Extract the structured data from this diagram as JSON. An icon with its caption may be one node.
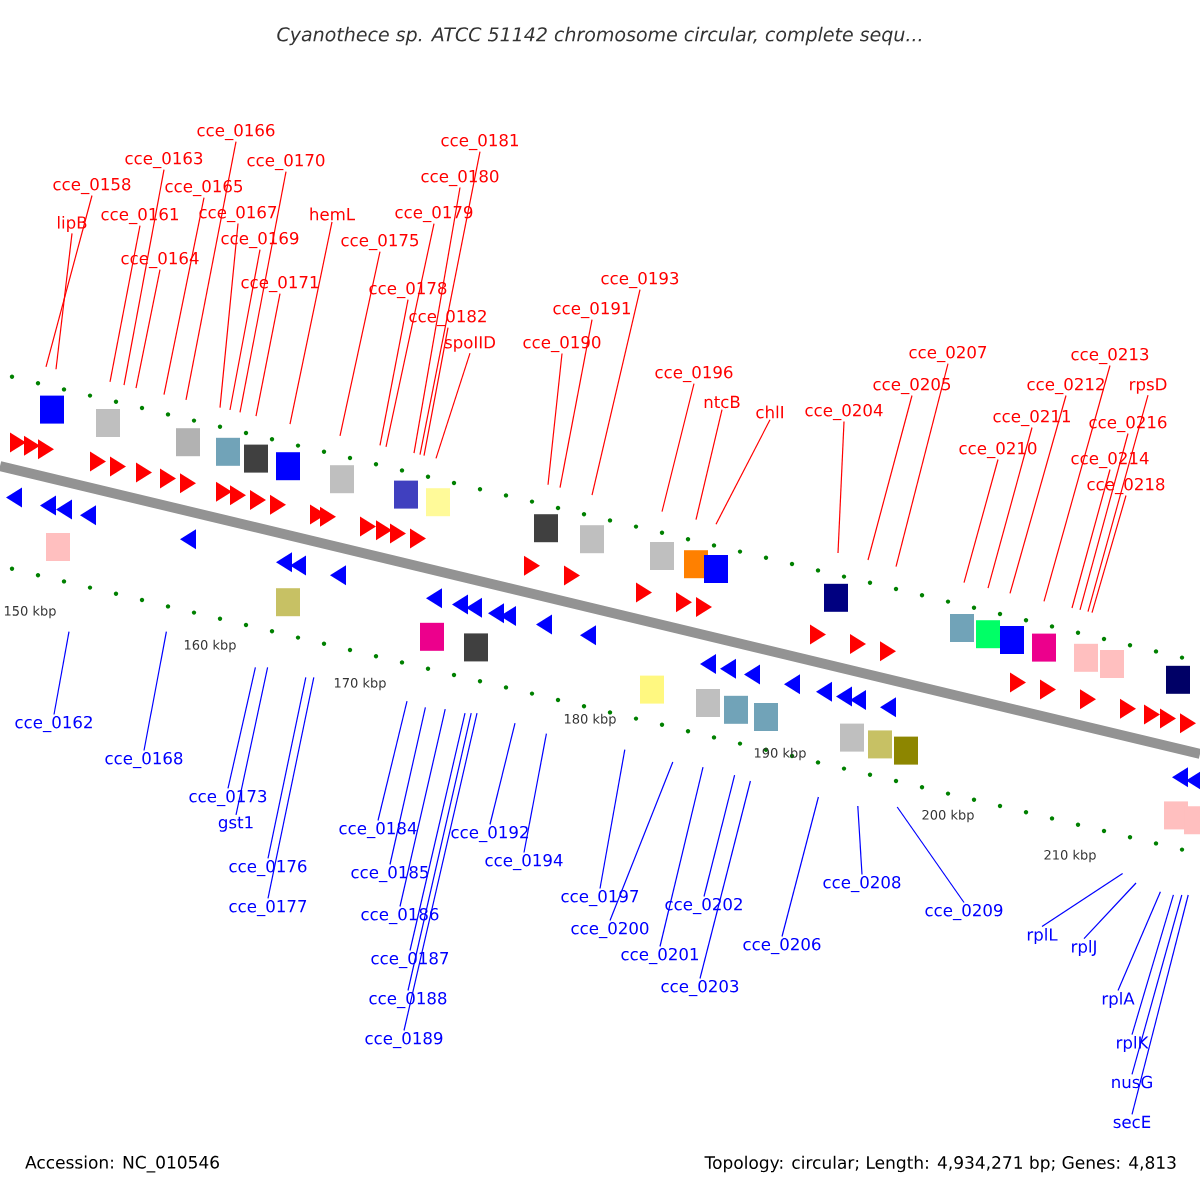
{
  "diagram": {
    "title": "Cyanothece sp. ATCC 51142 chromosome circular, complete sequ...",
    "nodes": [
      {
        "text": [
          "cce_0166"
        ]
      },
      {
        "text": [
          "cce_0163"
        ]
      },
      {
        "text": [
          "cce_0170"
        ]
      },
      {
        "text": [
          "cce_0158"
        ]
      },
      {
        "text": [
          "cce_0165"
        ]
      },
      {
        "text": [
          "lipB"
        ]
      },
      {
        "text": [
          "cce_0161"
        ]
      },
      {
        "text": [
          "cce_0167"
        ]
      },
      {
        "text": [
          "hemL"
        ]
      },
      {
        "text": [
          "cce_0169"
        ]
      },
      {
        "text": [
          "cce_0175"
        ]
      },
      {
        "text": [
          "cce_0164"
        ]
      },
      {
        "text": [
          "cce_0171"
        ]
      },
      {
        "text": [
          "cce_0181"
        ]
      },
      {
        "text": [
          "cce_0180"
        ]
      },
      {
        "text": [
          "cce_0179"
        ]
      },
      {
        "text": [
          "cce_0178"
        ]
      },
      {
        "text": [
          "cce_0182"
        ]
      },
      {
        "text": [
          "spoIID"
        ]
      },
      {
        "text": [
          "cce_0193"
        ]
      },
      {
        "text": [
          "cce_0191"
        ]
      },
      {
        "text": [
          "cce_0190"
        ]
      },
      {
        "text": [
          "cce_0207"
        ]
      },
      {
        "text": [
          "cce_0213"
        ]
      },
      {
        "text": [
          "cce_0196"
        ]
      },
      {
        "text": [
          "cce_0205"
        ]
      },
      {
        "text": [
          "cce_0212"
        ]
      },
      {
        "text": [
          "rpsD"
        ]
      },
      {
        "text": [
          "ntcB"
        ]
      },
      {
        "text": [
          "chlI"
        ]
      },
      {
        "text": [
          "cce_0204"
        ]
      },
      {
        "text": [
          "cce_0211"
        ]
      },
      {
        "text": [
          "cce_0216"
        ]
      },
      {
        "text": [
          "cce_0210"
        ]
      },
      {
        "text": [
          "cce_0214"
        ]
      },
      {
        "text": [
          "cce_0218"
        ]
      },
      {
        "text": [
          "cce_0162"
        ]
      },
      {
        "text": [
          "cce_0168"
        ]
      },
      {
        "text": [
          "cce_0173"
        ]
      },
      {
        "text": [
          "gst1"
        ]
      },
      {
        "text": [
          "cce_0184"
        ]
      },
      {
        "text": [
          "cce_0192"
        ]
      },
      {
        "text": [
          "cce_0194"
        ]
      },
      {
        "text": [
          "cce_0176"
        ]
      },
      {
        "text": [
          "cce_0185"
        ]
      },
      {
        "text": [
          "cce_0208"
        ]
      },
      {
        "text": [
          "cce_0197"
        ]
      },
      {
        "text": [
          "cce_0202"
        ]
      },
      {
        "text": [
          "cce_0177"
        ]
      },
      {
        "text": [
          "cce_0209"
        ]
      },
      {
        "text": [
          "cce_0186"
        ]
      },
      {
        "text": [
          "cce_0200"
        ]
      },
      {
        "text": [
          "rplL"
        ]
      },
      {
        "text": [
          "rplJ"
        ]
      },
      {
        "text": [
          "cce_0206"
        ]
      },
      {
        "text": [
          "cce_0201"
        ]
      },
      {
        "text": [
          "cce_0187"
        ]
      },
      {
        "text": [
          "cce_0203"
        ]
      },
      {
        "text": [
          "rplA"
        ]
      },
      {
        "text": [
          "cce_0188"
        ]
      },
      {
        "text": [
          "rplK"
        ]
      },
      {
        "text": [
          "cce_0189"
        ]
      },
      {
        "text": [
          "nusG"
        ]
      },
      {
        "text": [
          "secE"
        ]
      }
    ],
    "edges": [
      {
        "from": 0,
        "to": null,
        "arrow": "none"
      },
      {
        "from": 1,
        "to": null,
        "arrow": "none"
      },
      {
        "from": 2,
        "to": null,
        "arrow": "none"
      },
      {
        "from": 3,
        "to": null,
        "arrow": "none"
      },
      {
        "from": 4,
        "to": null,
        "arrow": "none"
      },
      {
        "from": 5,
        "to": null,
        "arrow": "none"
      },
      {
        "from": 6,
        "to": null,
        "arrow": "none"
      },
      {
        "from": 7,
        "to": null,
        "arrow": "none"
      },
      {
        "from": 8,
        "to": null,
        "arrow": "none"
      },
      {
        "from": 9,
        "to": null,
        "arrow": "none"
      },
      {
        "from": 10,
        "to": null,
        "arrow": "none"
      },
      {
        "from": 11,
        "to": null,
        "arrow": "none"
      },
      {
        "from": 12,
        "to": null,
        "arrow": "none"
      },
      {
        "from": 13,
        "to": null,
        "arrow": "none"
      },
      {
        "from": 14,
        "to": null,
        "arrow": "none"
      },
      {
        "from": 15,
        "to": null,
        "arrow": "none"
      },
      {
        "from": 16,
        "to": null,
        "arrow": "none"
      },
      {
        "from": 17,
        "to": null,
        "arrow": "none"
      },
      {
        "from": 18,
        "to": null,
        "arrow": "none"
      },
      {
        "from": 19,
        "to": null,
        "arrow": "none"
      },
      {
        "from": 20,
        "to": null,
        "arrow": "none"
      },
      {
        "from": 21,
        "to": null,
        "arrow": "none"
      },
      {
        "from": 22,
        "to": null,
        "arrow": "none"
      },
      {
        "from": 23,
        "to": null,
        "arrow": "none"
      },
      {
        "from": 24,
        "to": null,
        "arrow": "none"
      },
      {
        "from": 25,
        "to": null,
        "arrow": "none"
      },
      {
        "from": 26,
        "to": null,
        "arrow": "none"
      },
      {
        "from": 27,
        "to": null,
        "arrow": "none"
      },
      {
        "from": 28,
        "to": null,
        "arrow": "none"
      },
      {
        "from": 29,
        "to": null,
        "arrow": "none"
      },
      {
        "from": 30,
        "to": null,
        "arrow": "none"
      },
      {
        "from": 31,
        "to": null,
        "arrow": "none"
      },
      {
        "from": 32,
        "to": null,
        "arrow": "none"
      },
      {
        "from": 33,
        "to": null,
        "arrow": "none"
      },
      {
        "from": 34,
        "to": null,
        "arrow": "none"
      },
      {
        "from": 35,
        "to": null,
        "arrow": "none"
      },
      {
        "from": 36,
        "to": null,
        "arrow": "none",
        "color": "#0000ff"
      },
      {
        "from": 37,
        "to": null,
        "arrow": "none",
        "color": "#0000ff"
      },
      {
        "from": 38,
        "to": null,
        "arrow": "none",
        "color": "#0000ff"
      },
      {
        "from": 39,
        "to": null,
        "arrow": "none",
        "color": "#0000ff"
      },
      {
        "from": 40,
        "to": null,
        "arrow": "none",
        "color": "#0000ff"
      },
      {
        "from": 41,
        "to": null,
        "arrow": "none",
        "color": "#0000ff"
      },
      {
        "from": 42,
        "to": null,
        "arrow": "none",
        "color": "#0000ff"
      },
      {
        "from": 43,
        "to": null,
        "arrow": "none",
        "color": "#0000ff"
      },
      {
        "from": 44,
        "to": null,
        "arrow": "none",
        "color": "#0000ff"
      },
      {
        "from": 45,
        "to": null,
        "arrow": "none",
        "color": "#0000ff"
      },
      {
        "from": 46,
        "to": null,
        "arrow": "none",
        "color": "#0000ff"
      },
      {
        "from": 47,
        "to": null,
        "arrow": "none",
        "color": "#0000ff"
      },
      {
        "from": 48,
        "to": null,
        "arrow": "none",
        "color": "#0000ff"
      },
      {
        "from": 49,
        "to": null,
        "arrow": "none",
        "color": "#0000ff"
      },
      {
        "from": 50,
        "to": null,
        "arrow": "none",
        "color": "#0000ff"
      },
      {
        "from": 51,
        "to": null,
        "arrow": "none",
        "color": "#0000ff"
      },
      {
        "from": 52,
        "to": null,
        "arrow": "none",
        "color": "#0000ff"
      },
      {
        "from": 53,
        "to": null,
        "arrow": "none",
        "color": "#0000ff"
      },
      {
        "from": 54,
        "to": null,
        "arrow": "none",
        "color": "#0000ff"
      },
      {
        "from": 55,
        "to": null,
        "arrow": "none",
        "color": "#0000ff"
      },
      {
        "from": 56,
        "to": null,
        "arrow": "none",
        "color": "#0000ff"
      },
      {
        "from": 57,
        "to": null,
        "arrow": "none",
        "color": "#0000ff"
      },
      {
        "from": 58,
        "to": null,
        "arrow": "none",
        "color": "#0000ff"
      },
      {
        "from": 59,
        "to": null,
        "arrow": "none",
        "color": "#0000ff"
      },
      {
        "from": 60,
        "to": null,
        "arrow": "none",
        "color": "#0000ff"
      },
      {
        "from": 61,
        "to": null,
        "arrow": "none",
        "color": "#0000ff"
      },
      {
        "from": 62,
        "to": null,
        "arrow": "none",
        "color": "#0000ff"
      },
      {
        "from": 63,
        "to": null,
        "arrow": "none",
        "color": "#0000ff"
      }
    ],
    "labels": [
      "150 kbp",
      "160 kbp",
      "170 kbp",
      "180 kbp",
      "190 kbp",
      "200 kbp",
      "210 kbp",
      "Accession: NC_010546",
      "Topology: circular; Length: 4,934,271 bp; Genes: 4,813"
    ]
  }
}
